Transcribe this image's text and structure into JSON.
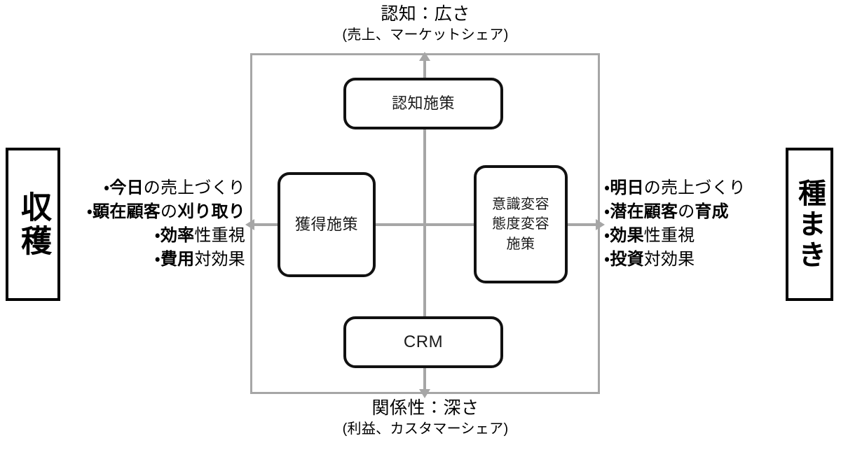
{
  "diagram": {
    "title_top": {
      "main": "認知：広さ",
      "sub": "(売上、マーケットシェア)"
    },
    "title_bottom": {
      "main": "関係性：深さ",
      "sub": "(利益、カスタマーシェア)"
    },
    "nodes": {
      "awareness": "認知施策",
      "acquisition": "獲得施策",
      "attitude_line1": "意識変容",
      "attitude_line2": "態度変容",
      "attitude_line3": "施策",
      "crm": "CRM"
    },
    "left_panel": {
      "cap_label": "収穫",
      "bullets": [
        {
          "bullet": "・",
          "strong1": "今日",
          "plain1": "の売上づくり",
          "strong2": "",
          "plain2": ""
        },
        {
          "bullet": "・",
          "strong1": "顕在顧客",
          "plain1": "の",
          "strong2": "刈り取り",
          "plain2": ""
        },
        {
          "bullet": "・",
          "strong1": "効率",
          "plain1": "性重視",
          "strong2": "",
          "plain2": ""
        },
        {
          "bullet": "・",
          "strong1": "費用",
          "plain1": "対効果",
          "strong2": "",
          "plain2": ""
        }
      ]
    },
    "right_panel": {
      "cap_label": "種まき",
      "bullets": [
        {
          "bullet": "・",
          "strong1": "明日",
          "plain1": "の売上づくり",
          "strong2": "",
          "plain2": ""
        },
        {
          "bullet": "・",
          "strong1": "潜在顧客",
          "plain1": "の",
          "strong2": "育成",
          "plain2": ""
        },
        {
          "bullet": "・",
          "strong1": "効果",
          "plain1": "性重視",
          "strong2": "",
          "plain2": ""
        },
        {
          "bullet": "・",
          "strong1": "投資",
          "plain1": "対効果",
          "strong2": "",
          "plain2": ""
        }
      ]
    },
    "axes": {
      "up_arrow": "arrow-up-icon",
      "down_arrow": "arrow-down-icon",
      "left_arrow": "arrow-left-icon",
      "right_arrow": "arrow-right-icon"
    },
    "colors": {
      "frame_gray": "#a6a6a6",
      "box_border": "#111111",
      "text": "#000000",
      "background": "#ffffff"
    }
  }
}
